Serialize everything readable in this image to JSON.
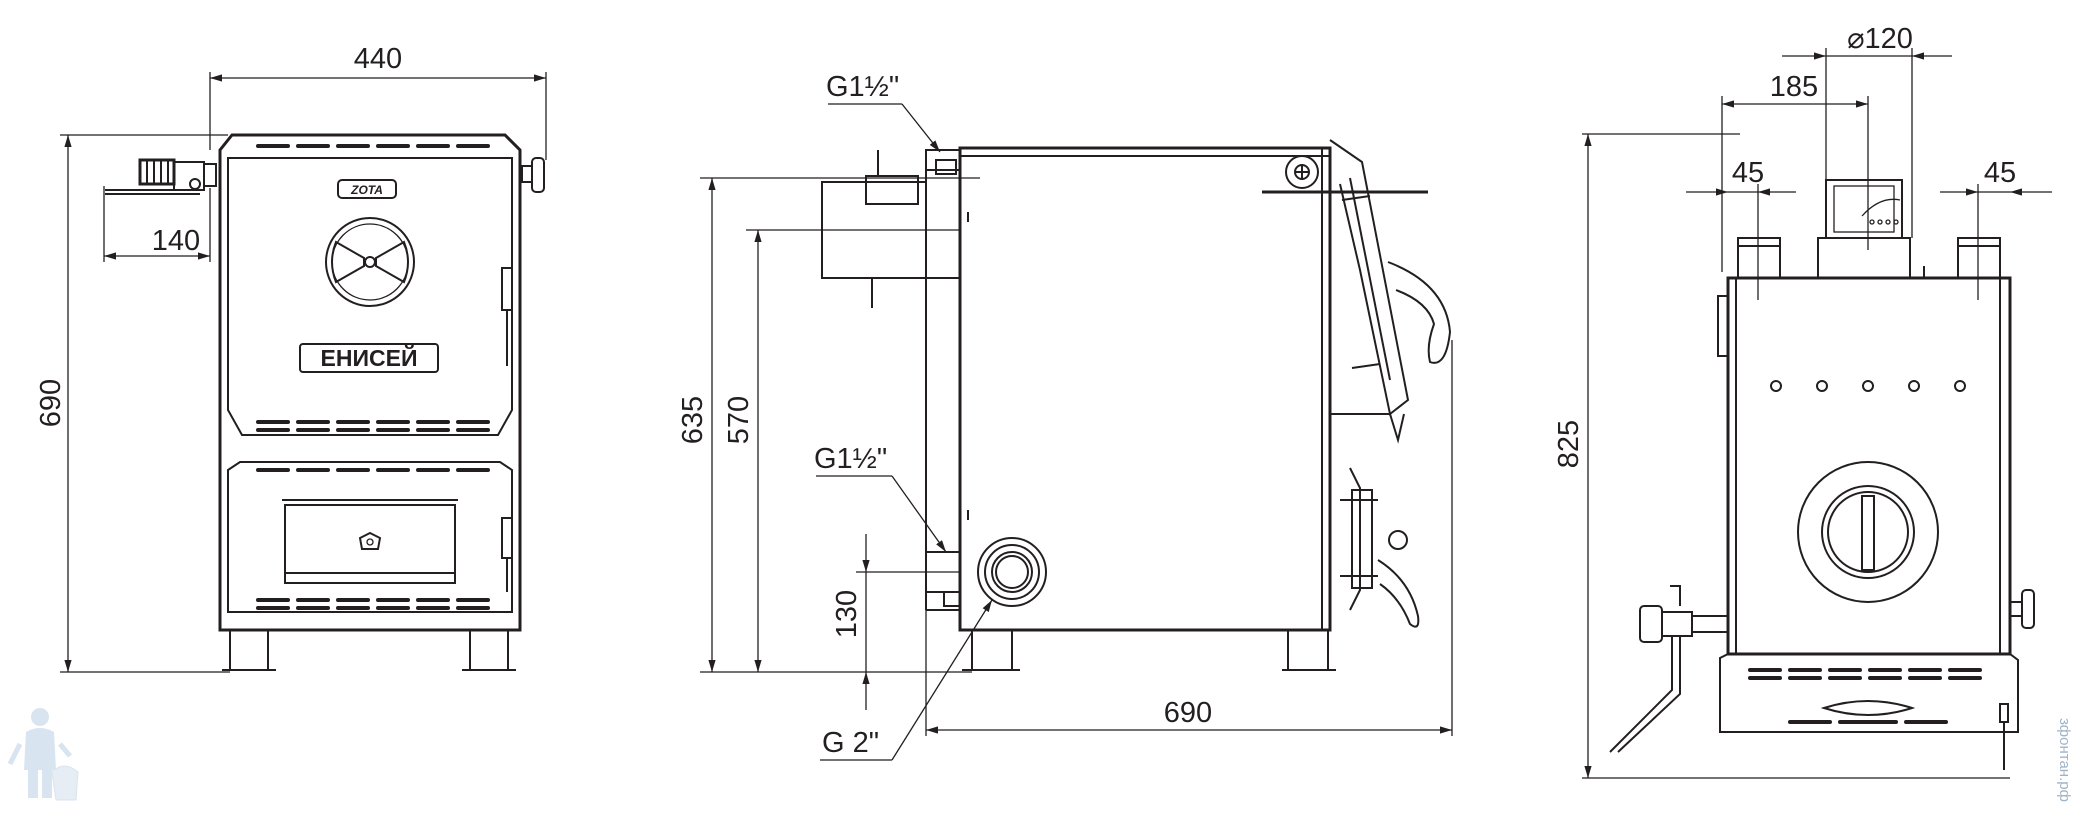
{
  "front_view": {
    "dim_width": "440",
    "dim_height": "690",
    "dim_pipe_offset": "140",
    "brand_logo": "ZOTA",
    "model_plate": "ЕНИСЕЙ"
  },
  "side_view": {
    "pipe_top_label": "G1½\"",
    "pipe_return_label": "G1½\"",
    "pipe_drain_label": "G 2\"",
    "dim_outlet_height": "635",
    "dim_chimney_height": "570",
    "dim_return_height": "130",
    "dim_depth": "690"
  },
  "rear_view": {
    "dim_flue_diameter": "⌀120",
    "dim_flue_offset": "185",
    "dim_left_pipe": "45",
    "dim_right_pipe": "45",
    "dim_total_height": "825"
  },
  "watermark": {
    "side_text": "зфонтан.рф"
  }
}
